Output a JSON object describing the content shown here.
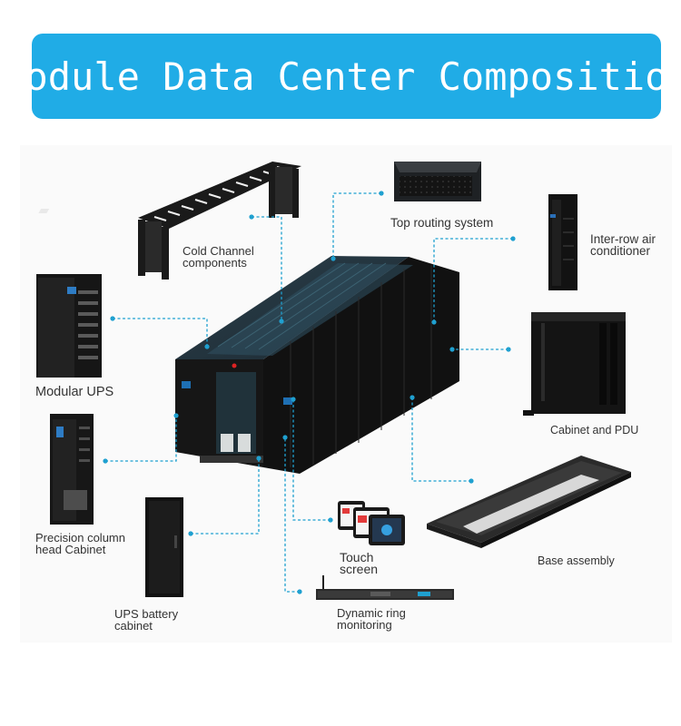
{
  "title": "Module Data Center Composition",
  "components": [
    {
      "id": "cold-channel",
      "label": "Cold Channel\ncomponents"
    },
    {
      "id": "top-routing",
      "label": "Top routing system"
    },
    {
      "id": "inter-row-ac",
      "label": "Inter-row air\nconditioner"
    },
    {
      "id": "modular-ups",
      "label": "Modular UPS"
    },
    {
      "id": "cabinet-pdu",
      "label": "Cabinet and PDU"
    },
    {
      "id": "precision-column",
      "label": "Precision column\nhead Cabinet"
    },
    {
      "id": "touch-screen",
      "label": "Touch\nscreen"
    },
    {
      "id": "base-assembly",
      "label": "Base assembly"
    },
    {
      "id": "ups-battery",
      "label": "UPS battery\ncabinet"
    },
    {
      "id": "ring-monitoring",
      "label": "Dynamic ring\nmonitoring"
    }
  ],
  "colors": {
    "banner": "#20ace6",
    "connector": "#1fa0d0",
    "equipment": "#1a1a1a"
  }
}
